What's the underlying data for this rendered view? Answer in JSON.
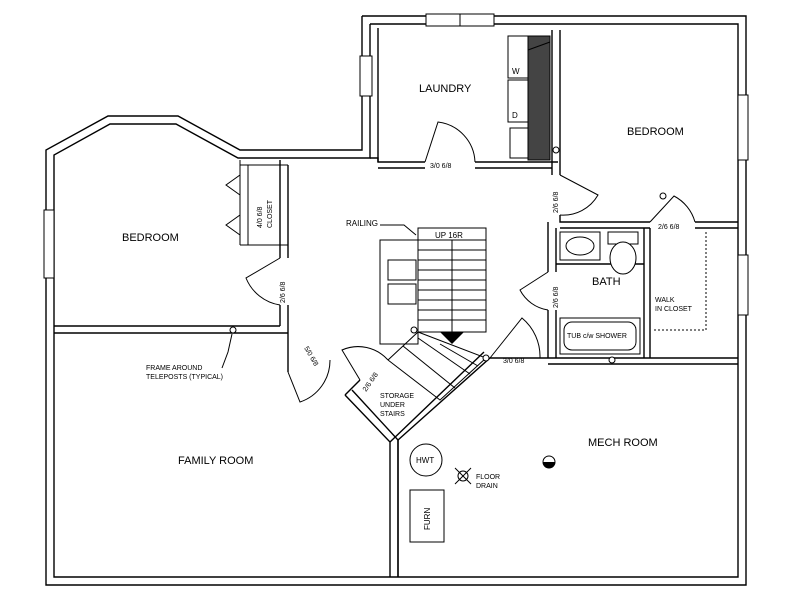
{
  "plan": {
    "rooms": {
      "laundry": "LAUNDRY",
      "bedroom_right": "BEDROOM",
      "bedroom_left": "BEDROOM",
      "family_room": "FAMILY ROOM",
      "mech_room": "MECH ROOM",
      "bath": "BATH"
    },
    "fixtures": {
      "washer": "W",
      "dryer": "D",
      "tub": "TUB c/w SHOWER",
      "hwt": "HWT",
      "furnace": "FURN",
      "closet": "CLOSET"
    },
    "notes": {
      "railing": "RAILING",
      "stairs": "UP 16R",
      "frame_line1": "FRAME AROUND",
      "frame_line2": "TELEPOSTS (TYPICAL)",
      "storage_line1": "STORAGE",
      "storage_line2": "UNDER",
      "storage_line3": "STAIRS",
      "floor_drain_line1": "FLOOR",
      "floor_drain_line2": "DRAIN",
      "walk_in_line1": "WALK",
      "walk_in_line2": "IN CLOSET"
    },
    "door_sizes": {
      "laundry_door": "3/0 6/8",
      "bedroom_right_door": "2/6 6/8",
      "walk_in_door": "2/6 6/8",
      "bath_door": "2/6 6/8",
      "closet_door": "4/0 6/8",
      "bedroom_left_door": "2/6 6/8",
      "family_door": "5/0 6/8",
      "storage_door": "2/6 6/8",
      "mech_door": "3/0 6/8"
    }
  }
}
